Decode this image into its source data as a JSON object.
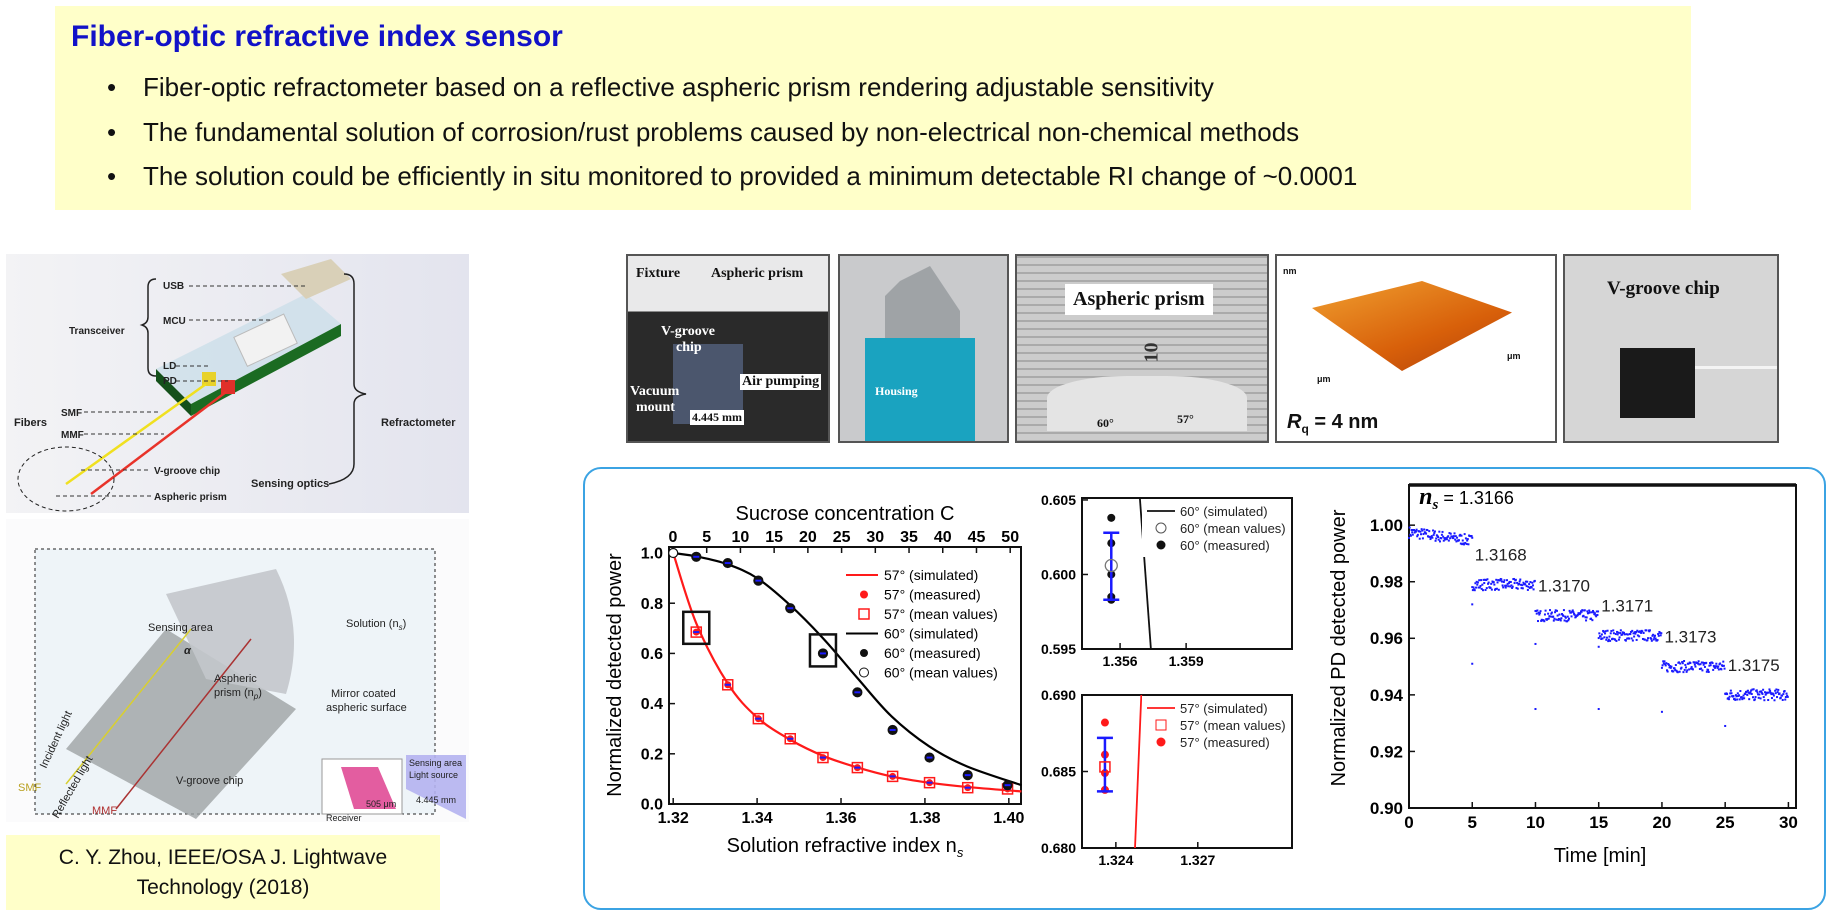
{
  "header": {
    "title": "Fiber-optic refractive index sensor",
    "bullet_glyph": "•",
    "bullets": [
      "Fiber-optic refractometer based on a reflective aspheric prism rendering adjustable sensitivity",
      "The fundamental solution of corrosion/rust problems caused by non-electrical non-chemical methods",
      "The solution could be efficiently in situ monitored to provided a minimum detectable RI change of ~0.0001"
    ]
  },
  "diagram_top": {
    "usb": "USB",
    "mcu": "MCU",
    "ld": "LD",
    "pd": "PD",
    "transceiver": "Transceiver",
    "fibers": "Fibers",
    "smf": "SMF",
    "mmf": "MMF",
    "refractometer": "Refractometer",
    "vgroove": "V-groove chip",
    "prism": "Aspheric prism",
    "sensing_optics": "Sensing optics"
  },
  "diagram_bottom": {
    "sensing_area": "Sensing area",
    "alpha": "α",
    "solution": "Solution (n",
    "solution_sub": "s",
    "prism": "Aspheric",
    "prism2": "prism (n",
    "prism_sub": "p",
    "mirror1": "Mirror coated",
    "mirror2": "aspheric surface",
    "incident": "Incident light",
    "smf": "SMF",
    "reflected": "Reflected light",
    "mmf": "MMF",
    "vgroove": "V-groove chip",
    "light_source": "Light source",
    "sensing_area_small": "Sensing area",
    "receiver": "Receiver",
    "dim1": "4.445 mm",
    "dim2": "505 μm"
  },
  "citation": {
    "line1": "C. Y. Zhou, IEEE/OSA J. Lightwave",
    "line2": "Technology (2018)"
  },
  "photos": {
    "p1": {
      "fixture": "Fixture",
      "prism": "Aspheric prism",
      "vgroove1": "V-groove",
      "vgroove2": "chip",
      "air": "Air pumping",
      "vac1": "Vacuum",
      "vac2": "mount",
      "dim": "4.445 mm"
    },
    "p2": {
      "housing": "Housing"
    },
    "p3": {
      "title": "Aspheric prism",
      "ruler": "10",
      "a60": "60°",
      "a57": "57°"
    },
    "p4": {
      "rq": "R",
      "rq_sub": "q",
      "rq_val": " = 4 nm",
      "unit_nm": "nm",
      "unit_um": "μm"
    },
    "p5": {
      "title": "V-groove chip"
    }
  },
  "chart_data": [
    {
      "type": "line+scatter",
      "xlabel": "Solution refractive index n",
      "xlabel_sub": "s",
      "ylabel": "Normalized detected power",
      "top_axis_label": "Sucrose concentration C",
      "xlim": [
        1.319,
        1.4029
      ],
      "ylim": [
        0,
        1.024
      ],
      "x_ticks": [
        "1.32",
        "1.34",
        "1.36",
        "1.38",
        "1.40"
      ],
      "y_ticks": [
        "0.0",
        "0.2",
        "0.4",
        "0.6",
        "0.8",
        "1.0"
      ],
      "top_ticks": [
        "0",
        "5",
        "10",
        "15",
        "20",
        "25",
        "30",
        "35",
        "40",
        "45",
        "50"
      ],
      "top_xlim": [
        -0.59,
        51.6
      ],
      "colors": {
        "57": "#ff1a1a",
        "60": "#000000",
        "mean_marker": "#1a1aff"
      },
      "legend": [
        "57° (simulated)",
        "57° (measured)",
        "57° (mean values)",
        "60° (simulated)",
        "60° (measured)",
        "60° (mean values)"
      ],
      "legend_position": "top-right",
      "series": [
        {
          "name": "57° (simulated)",
          "x": [
            1.32,
            1.3255,
            1.333,
            1.34,
            1.348,
            1.356,
            1.364,
            1.372,
            1.381,
            1.39,
            1.403
          ],
          "y": [
            1.0,
            0.72,
            0.48,
            0.345,
            0.255,
            0.19,
            0.145,
            0.11,
            0.085,
            0.068,
            0.05
          ]
        },
        {
          "name": "57° (measured)",
          "x": [
            1.3255,
            1.333,
            1.3403,
            1.3479,
            1.3557,
            1.3639,
            1.3723,
            1.3811,
            1.3902,
            1.3997
          ],
          "y": [
            0.685,
            0.475,
            0.34,
            0.26,
            0.185,
            0.145,
            0.11,
            0.085,
            0.065,
            0.06
          ]
        },
        {
          "name": "60° (simulated)",
          "x": [
            1.32,
            1.326,
            1.333,
            1.34,
            1.348,
            1.356,
            1.364,
            1.372,
            1.381,
            1.39,
            1.403
          ],
          "y": [
            1.0,
            0.985,
            0.955,
            0.9,
            0.79,
            0.655,
            0.5,
            0.35,
            0.23,
            0.15,
            0.075
          ]
        },
        {
          "name": "60° (measured)",
          "x": [
            1.32,
            1.3255,
            1.333,
            1.3403,
            1.3479,
            1.3557,
            1.3639,
            1.3723,
            1.3811,
            1.3902,
            1.3997
          ],
          "y": [
            1.0,
            0.985,
            0.96,
            0.89,
            0.78,
            0.6,
            0.445,
            0.295,
            0.185,
            0.115,
            0.075
          ]
        }
      ],
      "highlight_boxes": [
        {
          "x": 1.3255,
          "y": 0.69
        },
        {
          "x": 1.3557,
          "y": 0.6
        }
      ]
    },
    {
      "type": "scatter",
      "xlim": [
        1.35427,
        1.36381
      ],
      "ylim": [
        0.595,
        0.60513
      ],
      "x_ticks": [
        "1.356",
        "1.359"
      ],
      "y_ticks": [
        "0.595",
        "0.600",
        "0.605"
      ],
      "legend": [
        "60° (simulated)",
        "60° (mean values)",
        "60° (measured)"
      ],
      "legend_position": "top-right",
      "simulated": {
        "x": [
          1.3569,
          1.3574
        ],
        "y": [
          0.6051,
          0.595
        ]
      },
      "measured": {
        "x": 1.3556,
        "y": [
          0.6038,
          0.6021,
          0.6,
          0.5985,
          0.5983
        ]
      },
      "mean": {
        "x": 1.3556,
        "y": 0.6006,
        "err_low": 0.5983,
        "err_high": 0.6028
      }
    },
    {
      "type": "scatter",
      "xlim": [
        1.32276,
        1.33045
      ],
      "ylim": [
        0.68,
        0.69
      ],
      "x_ticks": [
        "1.324",
        "1.327"
      ],
      "y_ticks": [
        "0.680",
        "0.685",
        "0.690"
      ],
      "legend": [
        "57° (simulated)",
        "57° (mean values)",
        "57° (measured)"
      ],
      "legend_position": "top-right",
      "simulated": {
        "x": [
          1.32493,
          1.3247
        ],
        "y": [
          0.69,
          0.68
        ]
      },
      "measured": {
        "x": 1.3236,
        "y": [
          0.6882,
          0.6861,
          0.6849,
          0.6838
        ]
      },
      "mean": {
        "x": 1.3236,
        "y": 0.6853,
        "err_low": 0.6837,
        "err_high": 0.6872
      }
    },
    {
      "type": "scatter",
      "xlabel": "Time [min]",
      "ylabel": "Normalized PD detected power",
      "xlim": [
        0,
        30.6
      ],
      "ylim": [
        0.9,
        1.0142
      ],
      "x_ticks": [
        "0",
        "5",
        "10",
        "15",
        "20",
        "25",
        "30"
      ],
      "y_ticks": [
        "0.90",
        "0.92",
        "0.94",
        "0.96",
        "0.98",
        "1.00"
      ],
      "color": "#1a1aff",
      "segments": [
        {
          "t": [
            0,
            5
          ],
          "level": 0.996,
          "ns_label": "1.3166",
          "ns_prefix": "n",
          "ns_sub": "s",
          "ns_eq": " = "
        },
        {
          "t": [
            5,
            10
          ],
          "level": 0.979,
          "ns_label": "1.3168"
        },
        {
          "t": [
            10,
            15
          ],
          "level": 0.968,
          "ns_label": "1.3170"
        },
        {
          "t": [
            15,
            20
          ],
          "level": 0.961,
          "ns_label": "1.3171"
        },
        {
          "t": [
            20,
            25
          ],
          "level": 0.95,
          "ns_label": "1.3173"
        },
        {
          "t": [
            25,
            30
          ],
          "level": 0.94,
          "ns_label": "1.3175"
        }
      ],
      "transient_points": {
        "x": [
          5,
          5,
          10,
          10,
          15,
          15,
          20,
          25
        ],
        "y": [
          0.972,
          0.951,
          0.958,
          0.935,
          0.957,
          0.935,
          0.934,
          0.929
        ]
      }
    }
  ]
}
